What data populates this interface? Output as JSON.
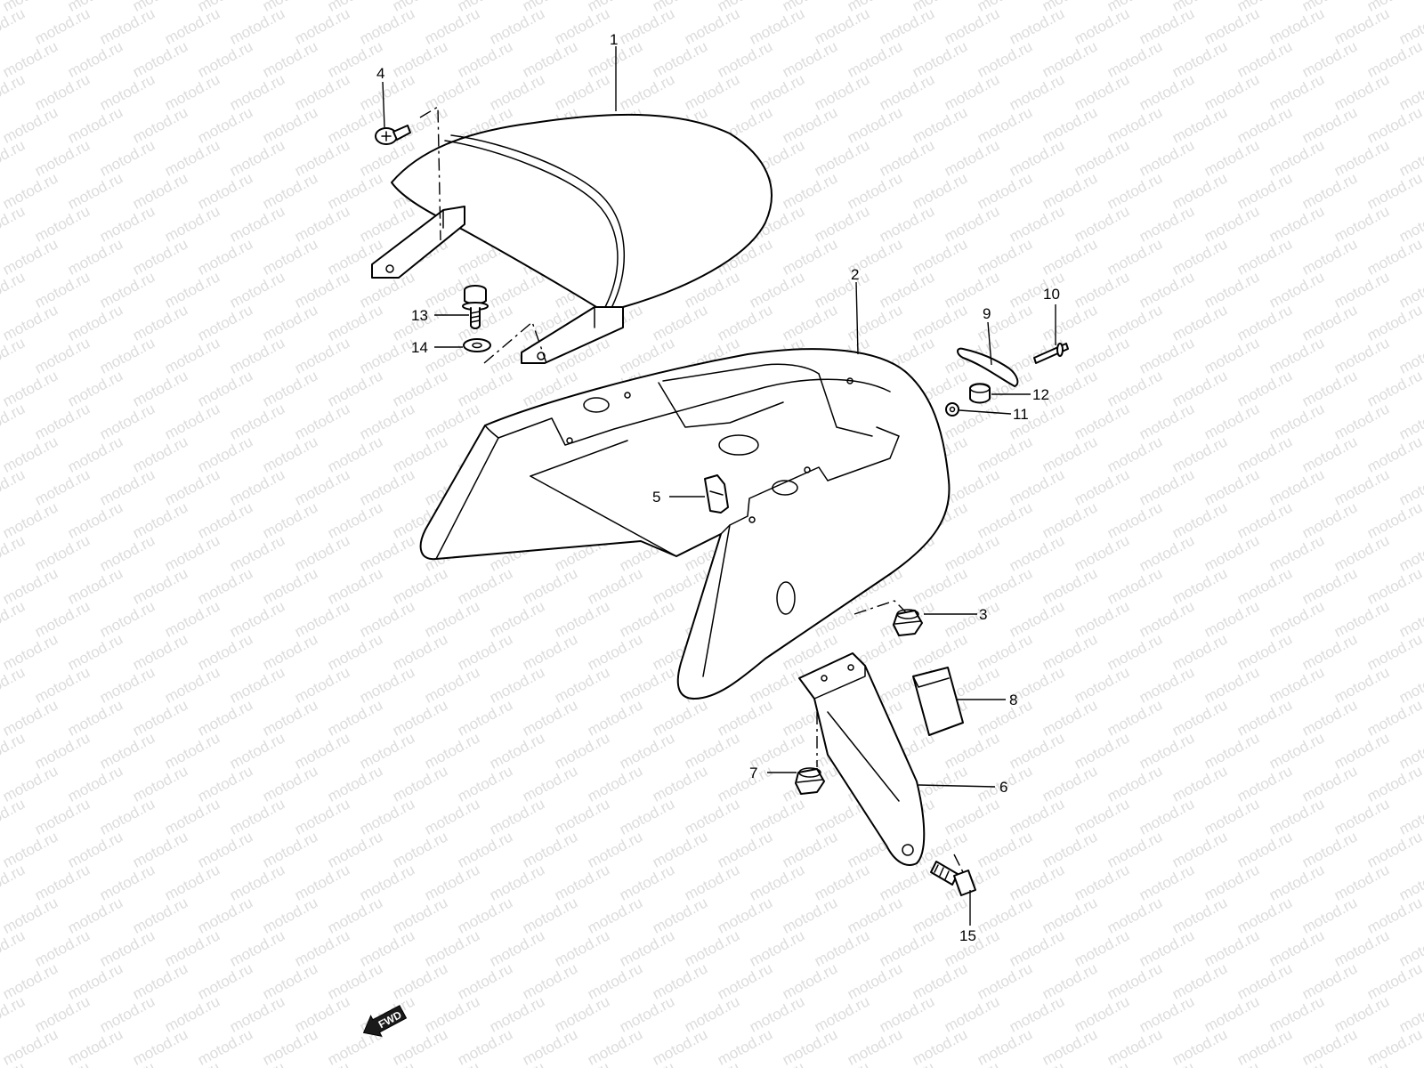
{
  "watermark": {
    "text": "motod.ru",
    "color": "#dcdcdc"
  },
  "callouts": [
    {
      "id": "1",
      "label": "1",
      "part": "seat tail cover"
    },
    {
      "id": "2",
      "label": "2",
      "part": "rear frame cover"
    },
    {
      "id": "3",
      "label": "3",
      "part": "nut"
    },
    {
      "id": "4",
      "label": "4",
      "part": "screw"
    },
    {
      "id": "5",
      "label": "5",
      "part": "clip"
    },
    {
      "id": "6",
      "label": "6",
      "part": "bracket"
    },
    {
      "id": "7",
      "label": "7",
      "part": "nut"
    },
    {
      "id": "8",
      "label": "8",
      "part": "cushion pad"
    },
    {
      "id": "9",
      "label": "9",
      "part": "band"
    },
    {
      "id": "10",
      "label": "10",
      "part": "pin"
    },
    {
      "id": "11",
      "label": "11",
      "part": "nut"
    },
    {
      "id": "12",
      "label": "12",
      "part": "cushion"
    },
    {
      "id": "13",
      "label": "13",
      "part": "bolt"
    },
    {
      "id": "14",
      "label": "14",
      "part": "washer"
    },
    {
      "id": "15",
      "label": "15",
      "part": "bolt"
    }
  ],
  "fwd_badge": {
    "text": "FWD",
    "icon": "fwd-arrow-icon"
  }
}
